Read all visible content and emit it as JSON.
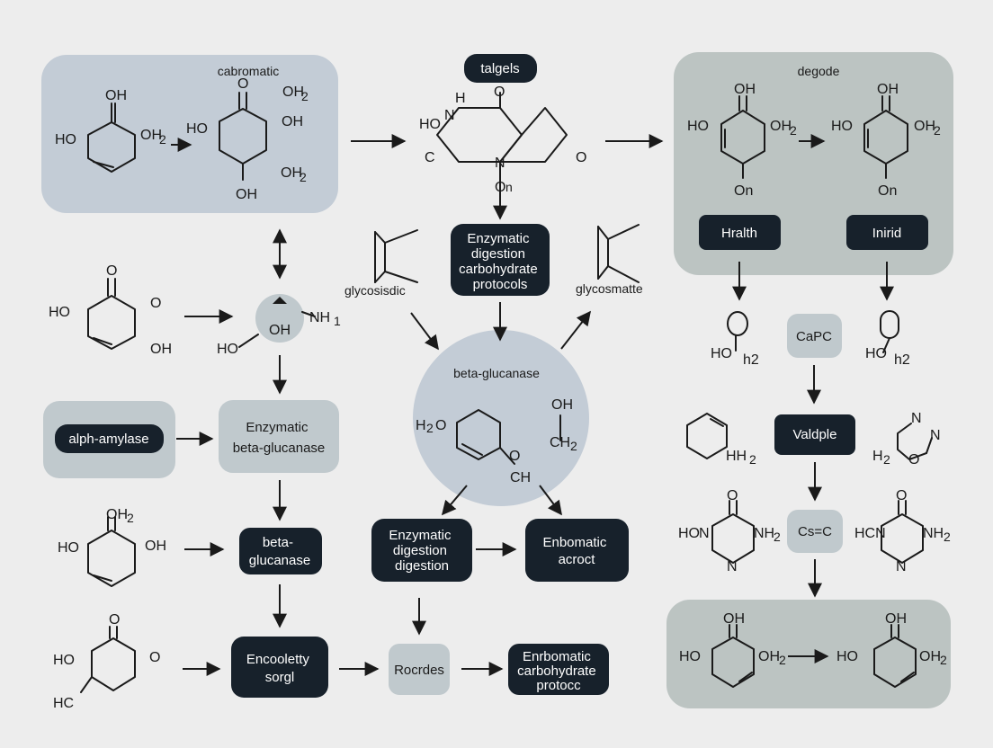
{
  "panels": {
    "top_left_title": "cabromatic",
    "top_center_title": "talgels",
    "top_right_title": "degode",
    "bottom_right": ""
  },
  "nodes": {
    "enzymatic_digestion_top": [
      "Enzymatic",
      "digestion",
      "carbohydrate",
      "protocols"
    ],
    "health": "Hralth",
    "inirid": "Inirid",
    "alpha_amylase": "alph-amylase",
    "enzymatic_beta": [
      "Enzymatic",
      "beta-glucanase"
    ],
    "beta_glucanase_circle": "beta-glucanase",
    "beta_glucanase_dark": [
      "beta-",
      "glucanase"
    ],
    "enzymatic_digestion_mid": [
      "Enzymatic",
      "digestion",
      "digestion"
    ],
    "enbomatic_acroct": [
      "Enbomatic",
      "acroct"
    ],
    "encooletty": [
      "Encooletty",
      "sorgl"
    ],
    "rocrdes": "Rocrdes",
    "enrbomatic_bottom": [
      "Enrbomatic",
      "carbohydrate",
      "protocc"
    ],
    "capc": "CaPC",
    "valdple": "Valdple",
    "cs_c": "Cs=C"
  },
  "labels": {
    "glycosidic": "glycosisdic",
    "glycosmatte": "glycosmatte",
    "on": "On",
    "nh": "NH",
    "hoh2": "HO",
    "h2": "h2"
  },
  "chem": {
    "OH": "OH",
    "HO": "HO",
    "OH2": "OH",
    "O": "O",
    "C": "C",
    "N": "N",
    "H": "H",
    "HC": "HC",
    "HN": "HO",
    "NH2": "NH",
    "HH2": "HH",
    "H2O": "H",
    "CH2": "CH",
    "CH": "CH",
    "HCN": "HCN",
    "H2b": "H",
    "NO": "O"
  },
  "colors": {
    "background": "#ededed",
    "dark_node": "#17212b",
    "light_node": "#c0c9cd",
    "panel_blue": "#c3ccd6",
    "panel_gray": "#bcc4c2"
  }
}
